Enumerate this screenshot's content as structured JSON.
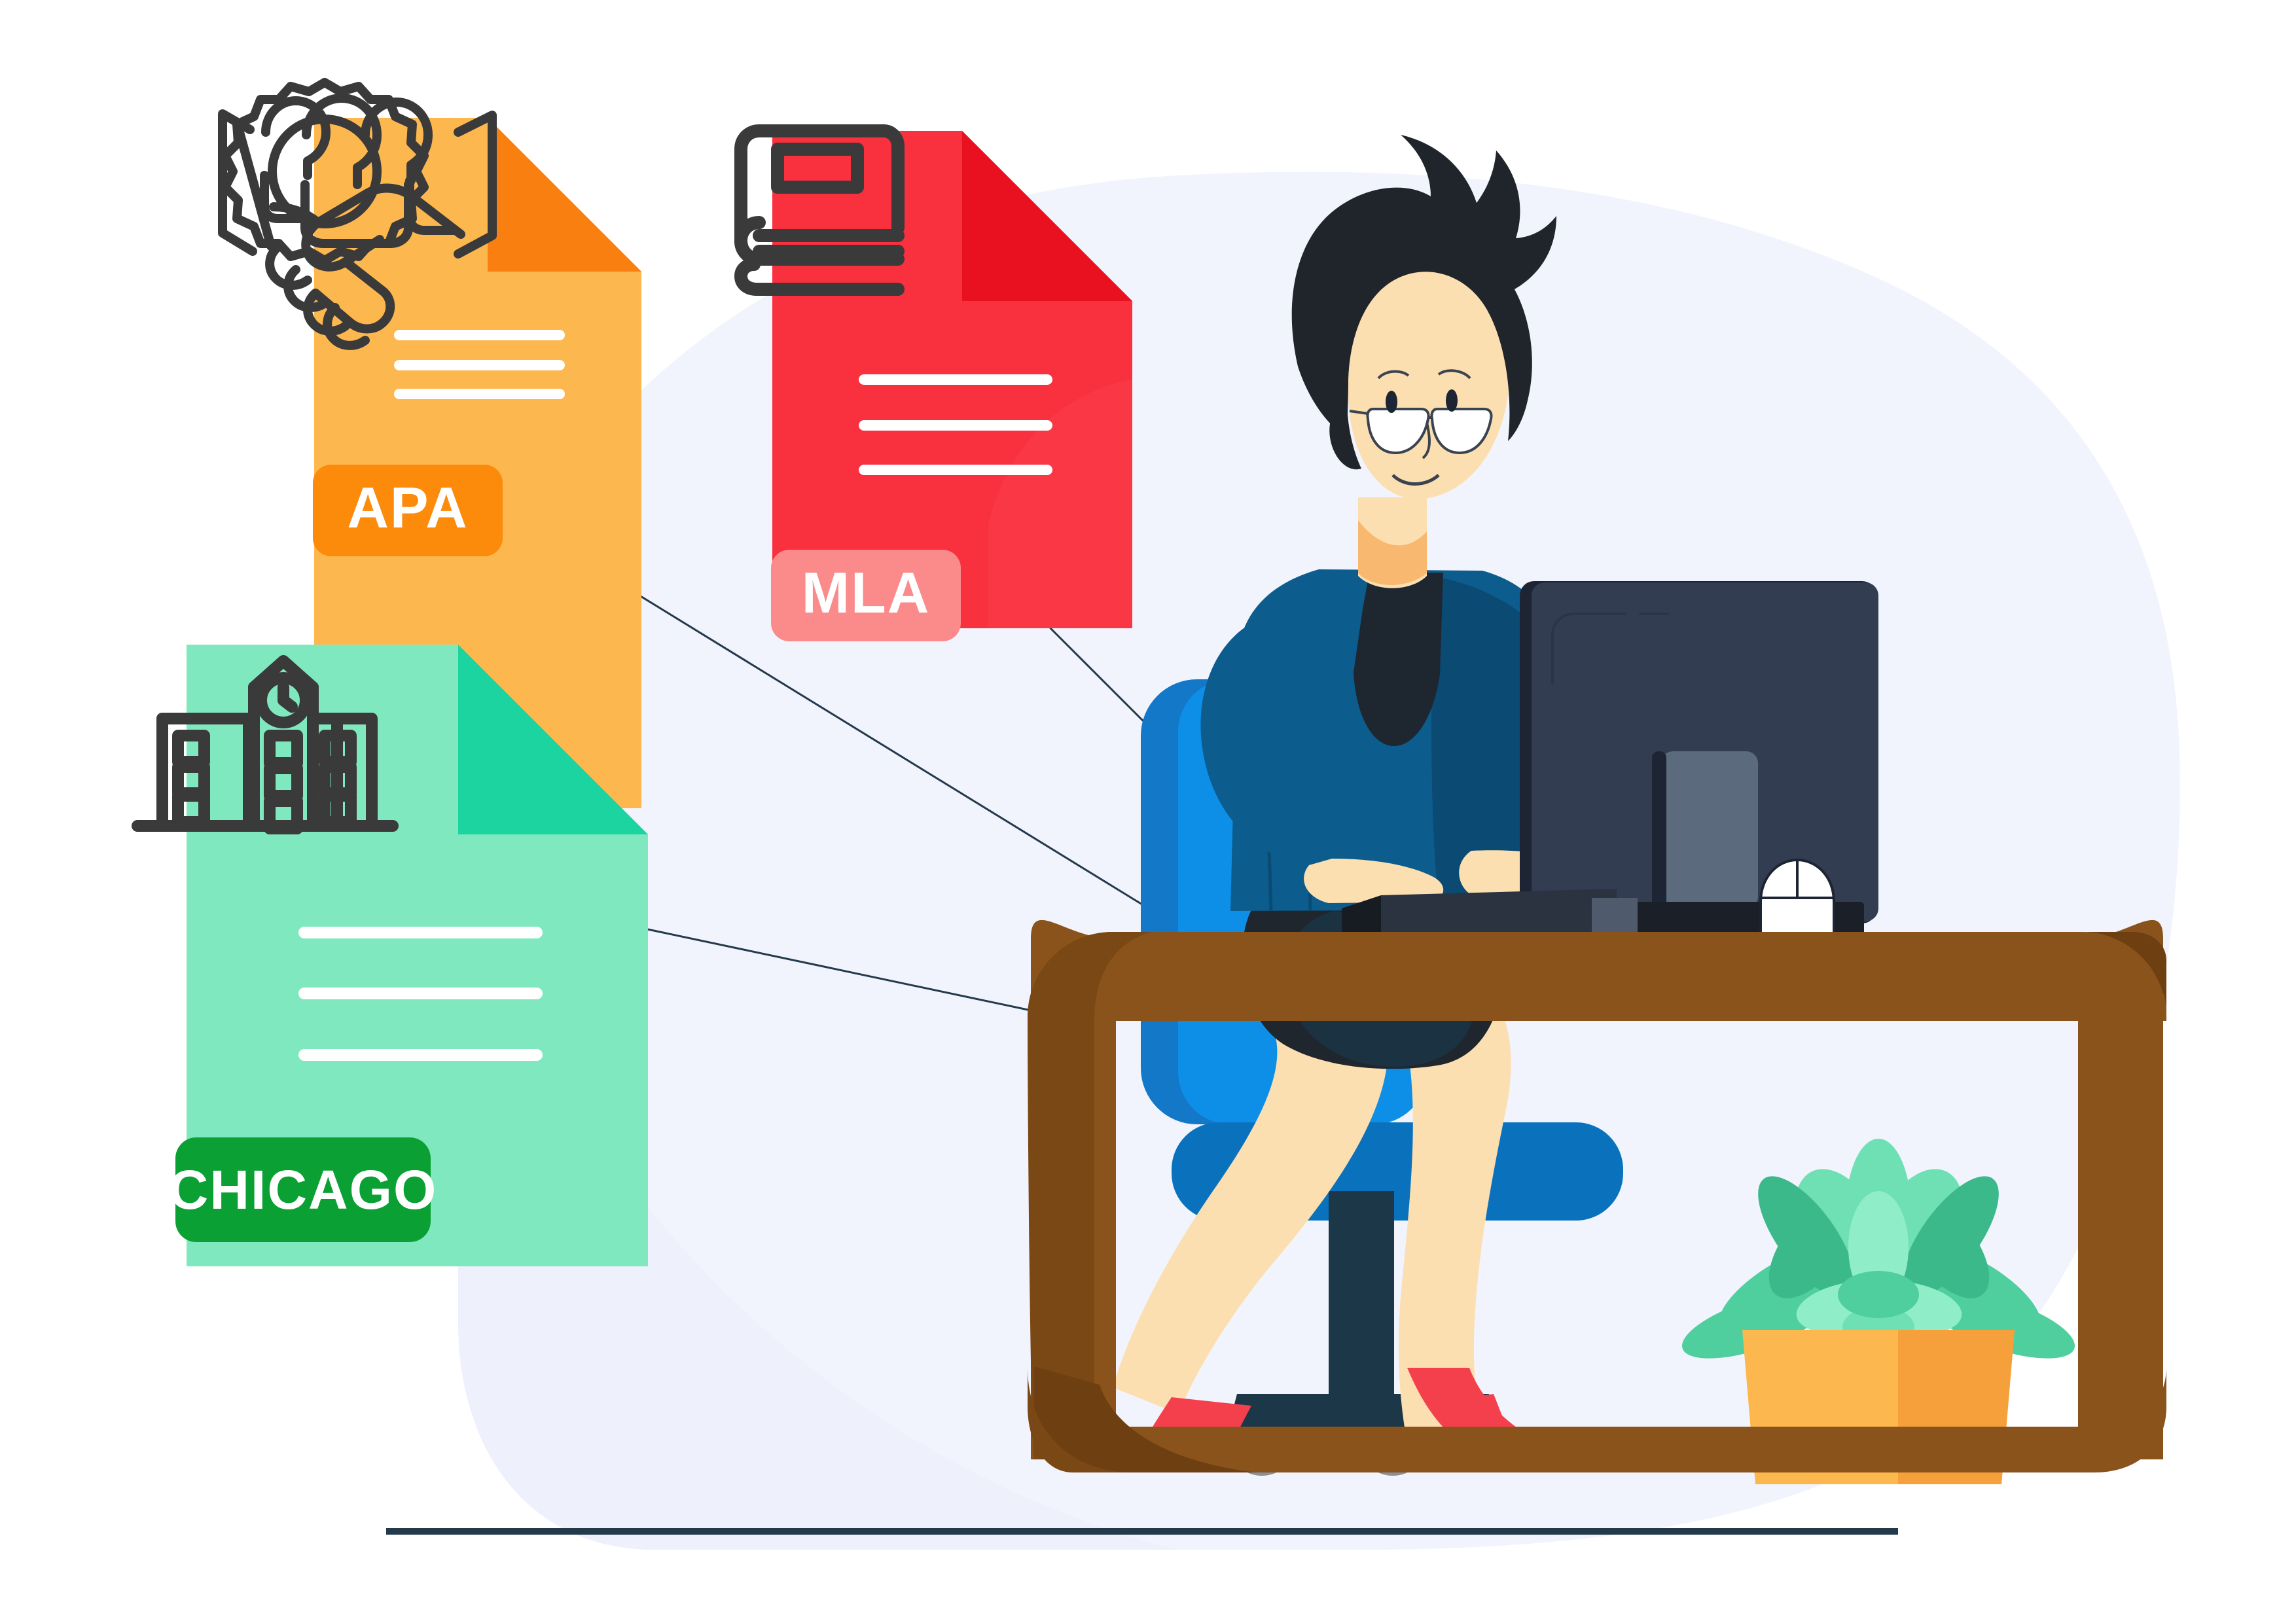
{
  "illustration": {
    "title": "Citation styles at a workstation",
    "background_color": "#ffffff",
    "blob_color": "#f1f4fd",
    "ground_line_color": "#24394a"
  },
  "cards": [
    {
      "id": "apa",
      "label": "APA",
      "icon": "handshake-teamwork-gear-icon",
      "body_color": "#fdb74f",
      "fold_color": "#f98010",
      "badge_color": "#fc8a0b",
      "badge_text_color": "#ffffff",
      "line_color": "#ffffff",
      "text_lines": 3
    },
    {
      "id": "mla",
      "label": "MLA",
      "icon": "book-icon",
      "body_color": "#f9303e",
      "fold_color": "#e9101f",
      "badge_color": "#fb8b8b",
      "badge_text_color": "#ffffff",
      "line_color": "#ffffff",
      "text_lines": 3
    },
    {
      "id": "chicago",
      "label": "CHICAGO",
      "icon": "university-clocktower-icon",
      "body_color": "#7fe8bf",
      "fold_color": "#1bd4a0",
      "badge_color": "#0ba033",
      "badge_text_color": "#ffffff",
      "line_color": "#ffffff",
      "text_lines": 3
    }
  ],
  "connectors": {
    "stroke_color": "#24394a",
    "stroke_width": 3,
    "count": 3,
    "description": "thin lines linking each citation card to the workstation"
  },
  "scene": {
    "person": {
      "name": "woman-at-desk",
      "hair_color": "#20242b",
      "skin_color": "#fcdfb0",
      "skin_shadow": "#f9b870",
      "blazer_color": "#0c5c8d",
      "blazer_shadow": "#0a4a73",
      "top_color": "#1e2630",
      "skirt_color": "#20262e",
      "glasses": "eyeglasses-icon",
      "shoes_color": "#f4404d",
      "shoes": "red-high-heels"
    },
    "chair": {
      "name": "office-chair",
      "back_color": "#0d8fe8",
      "back_shadow": "#1478c8",
      "seat_color": "#0a72bd",
      "post_color": "#1c3748",
      "wheel_color": "#8a9299"
    },
    "desk": {
      "name": "wooden-desk",
      "top_color": "#8a531c",
      "leg_color": "#8a531c",
      "shadow_color": "#6e3f11"
    },
    "monitor": {
      "name": "desktop-monitor",
      "screen_color": "#323d52",
      "bezel_color": "#1d2433",
      "stand_color": "#5c6a7d",
      "base_color": "#1b1f27"
    },
    "keyboard": {
      "name": "keyboard",
      "color": "#2b3341",
      "edge_color": "#171b22"
    },
    "mouse": {
      "name": "computer-mouse",
      "color": "#ffffff",
      "outline_color": "#1d2433"
    },
    "plant": {
      "name": "succulent-plant",
      "pot_color": "#fdb74f",
      "pot_shadow": "#f6a03b",
      "leaf_colors": [
        "#4fcf9d",
        "#6fe0b4",
        "#8fedc8",
        "#3cb98b"
      ]
    }
  }
}
